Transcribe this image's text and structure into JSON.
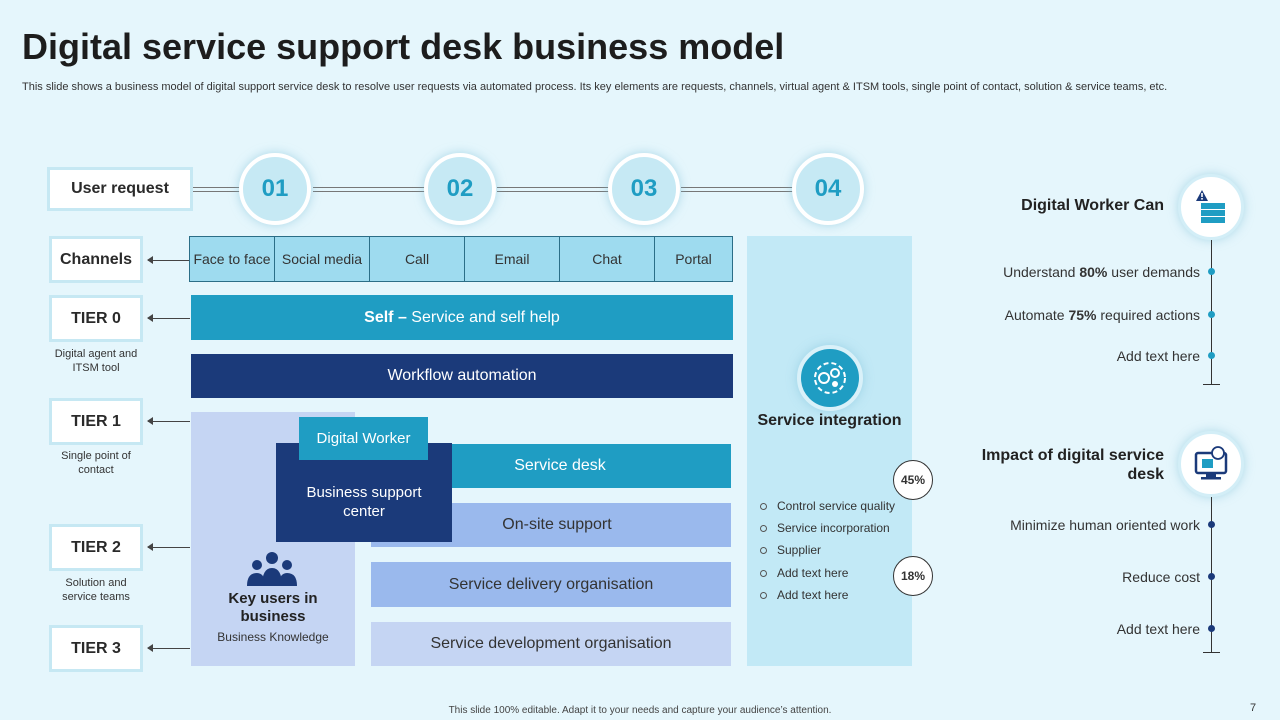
{
  "title": "Digital service support desk business model",
  "subtitle": "This slide shows a business model of digital support service desk to resolve user requests via automated process. Its key elements are requests, channels, virtual agent & ITSM tools, single point of contact, solution & service teams, etc.",
  "left": {
    "user_request": "User request",
    "channels": "Channels",
    "tier0": "TIER 0",
    "tier0_caption": "Digital agent and ITSM tool",
    "tier1": "TIER 1",
    "tier1_caption": "Single point of contact",
    "tier2": "TIER 2",
    "tier2_caption": "Solution and service teams",
    "tier3": "TIER 3"
  },
  "steps": [
    "01",
    "02",
    "03",
    "04"
  ],
  "channels": [
    "Face to face",
    "Social media",
    "Call",
    "Email",
    "Chat",
    "Portal"
  ],
  "bars": {
    "self_bold": "Self –",
    "self_rest": " Service and self help",
    "workflow": "Workflow automation",
    "digital_worker": "Digital Worker",
    "business_support": "Business support center",
    "service_desk": "Service desk",
    "onsite": "On-site support",
    "delivery": "Service delivery organisation",
    "development": "Service development organisation"
  },
  "key_users": {
    "title": "Key users in business",
    "subtitle": "Business Knowledge",
    "icon": "users-group-icon"
  },
  "service_integration": {
    "title": "Service integration",
    "icon": "gears-icon",
    "items": [
      "Control service quality",
      "Service incorporation",
      "Supplier",
      "Add text here",
      "Add text here"
    ],
    "pct1": "45%",
    "pct2": "18%"
  },
  "digital_worker_can": {
    "title": "Digital Worker Can",
    "icon": "server-alert-icon",
    "items": [
      {
        "pre": "Understand ",
        "bold": "80%",
        "post": " user demands"
      },
      {
        "pre": "Automate ",
        "bold": "75%",
        "post": " required actions"
      },
      {
        "pre": "Add text here",
        "bold": "",
        "post": ""
      }
    ]
  },
  "impact": {
    "title": "Impact of digital service desk",
    "icon": "support-monitor-icon",
    "items": [
      "Minimize human oriented work",
      "Reduce cost",
      "Add text here"
    ]
  },
  "colors": {
    "teal": "#1f9dc3",
    "navy": "#1b3a7a",
    "lavender": "#c5d5f3",
    "periwinkle": "#9ab9ed",
    "channel_fill": "#9edbef"
  },
  "footer": "This slide 100% editable. Adapt it to your needs and capture your audience’s attention.",
  "page_number": "7"
}
